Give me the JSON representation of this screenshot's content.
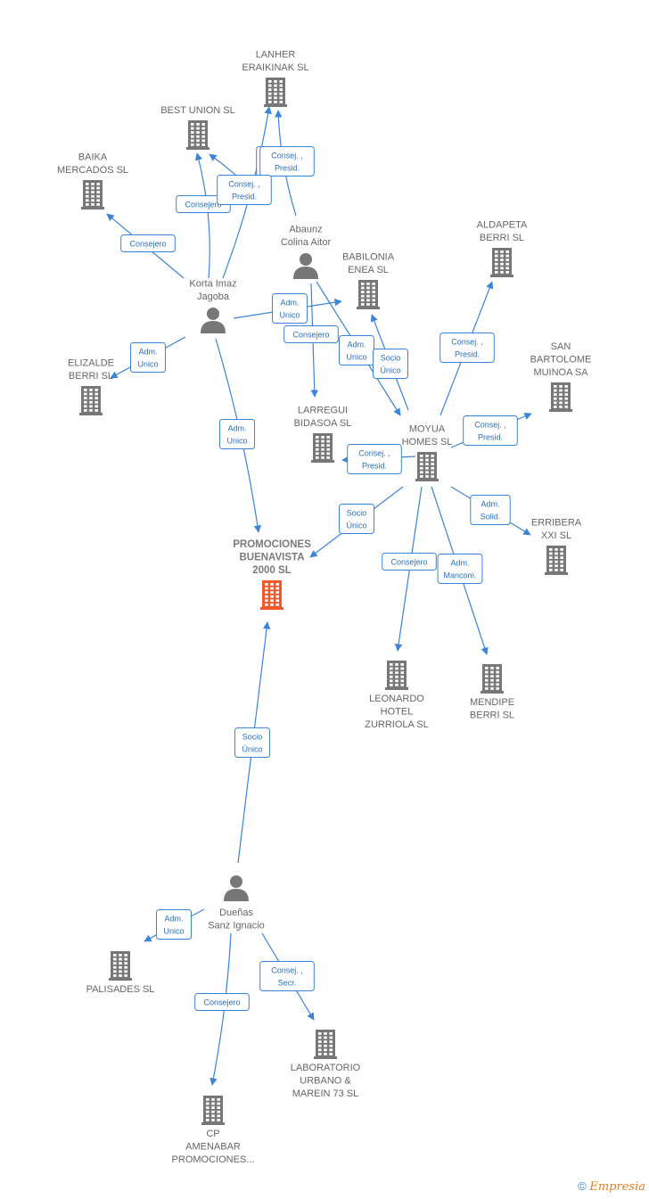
{
  "colors": {
    "edge": "#3b84d8",
    "company": "#777777",
    "focus": "#ee5a2c",
    "person": "#777777",
    "label": "#666666"
  },
  "nodes": [
    {
      "id": "lanher",
      "type": "company",
      "icon": "building-icon",
      "lines": [
        "LANHER",
        "ERAIKINAK  SL"
      ]
    },
    {
      "id": "bestunion",
      "type": "company",
      "icon": "building-icon",
      "lines": [
        "BEST UNION  SL"
      ]
    },
    {
      "id": "baika",
      "type": "company",
      "icon": "building-icon",
      "lines": [
        "BAIKA",
        "MERCADOS  SL"
      ]
    },
    {
      "id": "abaunz",
      "type": "person",
      "icon": "person-icon",
      "lines": [
        "Abaunz",
        "Colina Aitor"
      ]
    },
    {
      "id": "korta",
      "type": "person",
      "icon": "person-icon",
      "lines": [
        "Korta Imaz",
        "Jagoba"
      ]
    },
    {
      "id": "babilonia",
      "type": "company",
      "icon": "building-icon",
      "lines": [
        "BABILONIA",
        "ENEA  SL"
      ]
    },
    {
      "id": "aldapeta",
      "type": "company",
      "icon": "building-icon",
      "lines": [
        "ALDAPETA",
        "BERRI  SL"
      ]
    },
    {
      "id": "elizalde",
      "type": "company",
      "icon": "building-icon",
      "lines": [
        "ELIZALDE",
        "BERRI  SL"
      ]
    },
    {
      "id": "sanbartolome",
      "type": "company",
      "icon": "building-icon",
      "lines": [
        "SAN",
        "BARTOLOME",
        "MUINOA SA"
      ]
    },
    {
      "id": "larregui",
      "type": "company",
      "icon": "building-icon",
      "lines": [
        "LARREGUI",
        "BIDASOA  SL"
      ]
    },
    {
      "id": "moyua",
      "type": "company",
      "icon": "building-icon",
      "lines": [
        "MOYUA",
        "HOMES  SL"
      ]
    },
    {
      "id": "promociones",
      "type": "focus",
      "icon": "building-icon",
      "lines": [
        "PROMOCIONES",
        "BUENAVISTA",
        "2000  SL"
      ]
    },
    {
      "id": "erribera",
      "type": "company",
      "icon": "building-icon",
      "lines": [
        "ERRIBERA",
        "XXI  SL"
      ]
    },
    {
      "id": "leonardo",
      "type": "company",
      "icon": "building-icon",
      "lines": [
        "LEONARDO",
        "HOTEL",
        "ZURRIOLA  SL"
      ]
    },
    {
      "id": "mendipe",
      "type": "company",
      "icon": "building-icon",
      "lines": [
        "MENDIPE",
        "BERRI  SL"
      ]
    },
    {
      "id": "duenas",
      "type": "person",
      "icon": "person-icon",
      "lines": [
        "Dueñas",
        "Sanz Ignacio"
      ]
    },
    {
      "id": "palisades",
      "type": "company",
      "icon": "building-icon",
      "lines": [
        "PALISADES SL"
      ]
    },
    {
      "id": "laboratorio",
      "type": "company",
      "icon": "building-icon",
      "lines": [
        "LABORATORIO",
        "URBANO &",
        "MAREIN 73  SL"
      ]
    },
    {
      "id": "cpamenabar",
      "type": "company",
      "icon": "building-icon",
      "lines": [
        "CP",
        "AMENABAR",
        "PROMOCIONES..."
      ]
    }
  ],
  "edges": [
    {
      "from": "korta",
      "to": "lanher",
      "label": [
        "Consej. ,",
        "Presid."
      ]
    },
    {
      "from": "abaunz",
      "to": "lanher",
      "label": [
        "Consej. ,",
        "Presid."
      ]
    },
    {
      "from": "korta",
      "to": "bestunion",
      "label": [
        "Consejero"
      ]
    },
    {
      "from": "abaunz",
      "to": "bestunion",
      "label": [
        "Consej. ,",
        "Presid."
      ]
    },
    {
      "from": "korta",
      "to": "baika",
      "label": [
        "Consejero"
      ]
    },
    {
      "from": "korta",
      "to": "elizalde",
      "label": [
        "Adm.",
        "Unico"
      ]
    },
    {
      "from": "korta",
      "to": "babilonia",
      "label": [
        "Adm.",
        "Unico"
      ]
    },
    {
      "from": "korta",
      "to": "promociones",
      "label": [
        "Adm.",
        "Unico"
      ]
    },
    {
      "from": "abaunz",
      "to": "larregui",
      "label": [
        "Consejero"
      ]
    },
    {
      "from": "abaunz",
      "to": "moyua",
      "label": [
        "Adm.",
        "Unico"
      ]
    },
    {
      "from": "moyua",
      "to": "babilonia",
      "label": [
        "Socio",
        "Único"
      ]
    },
    {
      "from": "moyua",
      "to": "aldapeta",
      "label": [
        "Consej. ,",
        "Presid."
      ]
    },
    {
      "from": "moyua",
      "to": "sanbartolome",
      "label": [
        "Consej. ,",
        "Presid."
      ]
    },
    {
      "from": "moyua",
      "to": "larregui",
      "label": [
        "Consej. ,",
        "Presid."
      ]
    },
    {
      "from": "moyua",
      "to": "promociones",
      "label": [
        "Socio",
        "Único"
      ]
    },
    {
      "from": "moyua",
      "to": "erribera",
      "label": [
        "Adm.",
        "Solid."
      ]
    },
    {
      "from": "moyua",
      "to": "leonardo",
      "label": [
        "Consejero"
      ]
    },
    {
      "from": "moyua",
      "to": "mendipe",
      "label": [
        "Adm.",
        "Mancom."
      ]
    },
    {
      "from": "duenas",
      "to": "promociones",
      "label": [
        "Socio",
        "Único"
      ]
    },
    {
      "from": "duenas",
      "to": "palisades",
      "label": [
        "Adm.",
        "Unico"
      ]
    },
    {
      "from": "duenas",
      "to": "laboratorio",
      "label": [
        "Consej. ,",
        "Secr."
      ]
    },
    {
      "from": "duenas",
      "to": "cpamenabar",
      "label": [
        "Consejero"
      ]
    }
  ],
  "watermark": {
    "symbol": "©",
    "brand": "Empresia"
  }
}
